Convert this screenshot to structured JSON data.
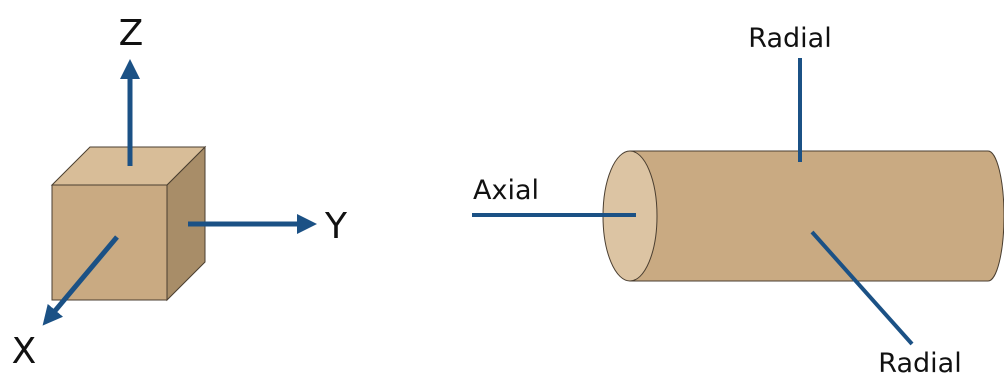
{
  "cube": {
    "axis_z": "Z",
    "axis_y": "Y",
    "axis_x": "X"
  },
  "cylinder": {
    "label_axial": "Axial",
    "label_radial_top": "Radial",
    "label_radial_bottom": "Radial"
  },
  "colors": {
    "axis_blue": "#1b5185",
    "wood_front": "#c9aa82",
    "wood_top": "#d8bd98",
    "wood_side": "#a88d68",
    "wood_end": "#dcc4a3",
    "outline": "#4a3e30",
    "text": "#111111"
  }
}
